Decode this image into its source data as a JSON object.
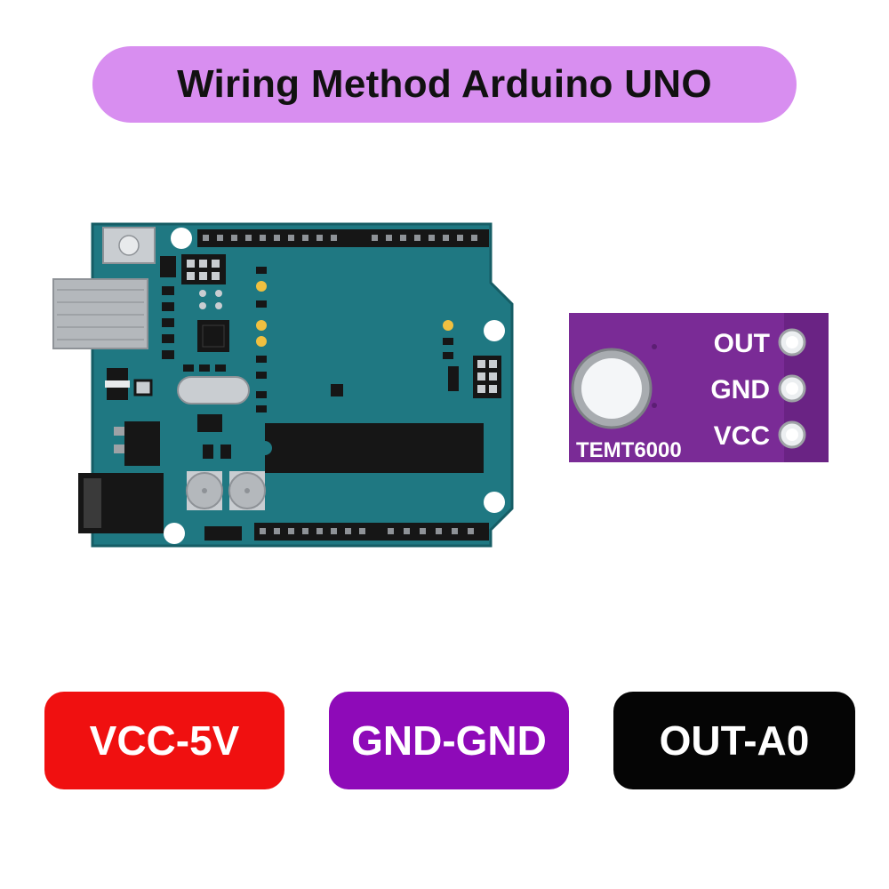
{
  "title": "Wiring Method Arduino UNO",
  "sensor": {
    "model_label": "TEMT6000",
    "pins": [
      "OUT",
      "GND",
      "VCC"
    ]
  },
  "connections": [
    {
      "label": "VCC-5V",
      "color": "#f01010"
    },
    {
      "label": "GND-GND",
      "color": "#8e0ab8"
    },
    {
      "label": "OUT-A0",
      "color": "#050505"
    }
  ],
  "colors": {
    "title_bg": "#d88ef0",
    "arduino_board": "#1f7882",
    "sensor_board": "#7a2b96"
  }
}
